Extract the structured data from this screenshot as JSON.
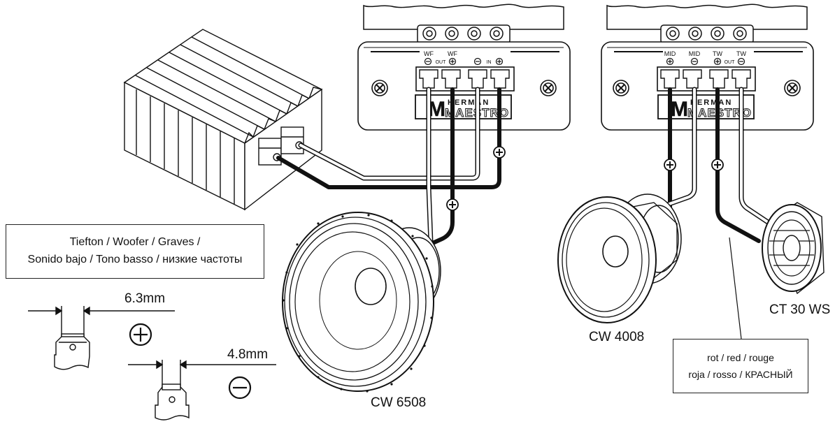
{
  "speakers": {
    "woofer_model": "CW 6508",
    "mid_model": "CW 4008",
    "tweeter_model": "CT 30 WS"
  },
  "legend_woofer": {
    "line1": "Tiefton / Woofer / Graves /",
    "line2": "Sonido bajo / Tono basso / низкие частоты"
  },
  "legend_red": {
    "line1": "rot / red / rouge",
    "line2": "roja / rosso / КРАСНЫЙ"
  },
  "connectors": {
    "large_width": "6.3mm",
    "small_width": "4.8mm"
  },
  "crossover_left": {
    "wf_minus": "WF",
    "wf_plus": "WF",
    "out": "OUT",
    "in": "IN",
    "brand_top": "HERMAN",
    "brand_bottom": "MAESTRO"
  },
  "crossover_right": {
    "mid_plus": "MID",
    "mid_minus": "MID",
    "tw_plus": "TW",
    "tw_minus": "TW",
    "out": "OUT",
    "brand_top": "HERMAN",
    "brand_bottom": "MAESTRO"
  },
  "colors": {
    "line": "#111111",
    "positive_wire": "#111111",
    "negative_wire": "#ffffff"
  }
}
